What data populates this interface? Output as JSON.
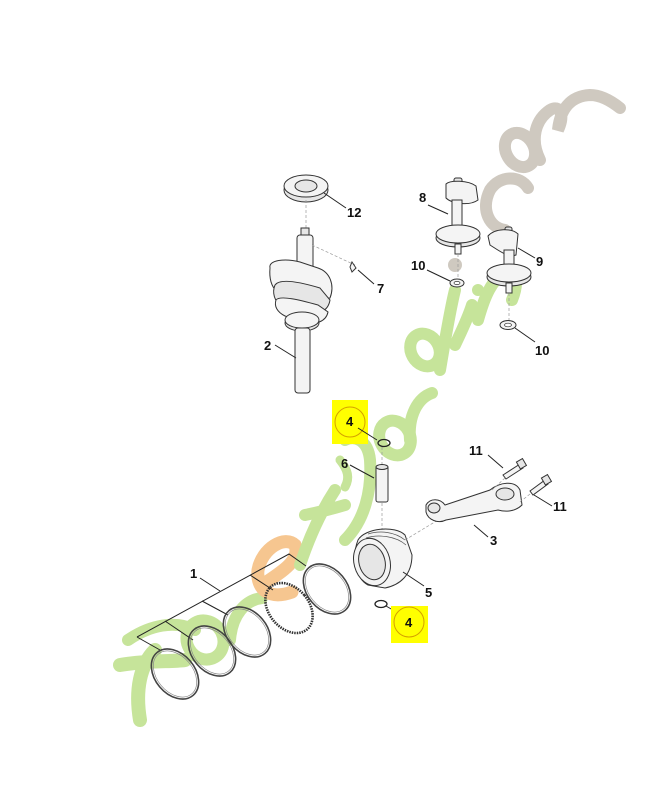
{
  "diagram": {
    "type": "exploded-parts-view",
    "subject": "engine crankshaft, piston and connecting rod assembly",
    "watermark": {
      "text": "foretjardin.com",
      "colors": {
        "main": "#c6e49a",
        "accent_e": "#f6c690",
        "com": "#cfc9c0"
      }
    },
    "highlight_color": "#ffff00",
    "callouts": [
      {
        "id": "c1",
        "label": "1",
        "part": "piston ring set"
      },
      {
        "id": "c2",
        "label": "2",
        "part": "crankshaft"
      },
      {
        "id": "c3",
        "label": "3",
        "part": "connecting rod"
      },
      {
        "id": "c4a",
        "label": "4",
        "part": "circlip (upper)",
        "highlighted": true
      },
      {
        "id": "c4b",
        "label": "4",
        "part": "circlip (lower)",
        "highlighted": true
      },
      {
        "id": "c5",
        "label": "5",
        "part": "piston"
      },
      {
        "id": "c6",
        "label": "6",
        "part": "piston pin"
      },
      {
        "id": "c7",
        "label": "7",
        "part": "woodruff key"
      },
      {
        "id": "c8",
        "label": "8",
        "part": "balancer gear"
      },
      {
        "id": "c9",
        "label": "9",
        "part": "balancer gear"
      },
      {
        "id": "c10a",
        "label": "10",
        "part": "washer"
      },
      {
        "id": "c10b",
        "label": "10",
        "part": "washer"
      },
      {
        "id": "c11a",
        "label": "11",
        "part": "bolt"
      },
      {
        "id": "c11b",
        "label": "11",
        "part": "bolt"
      },
      {
        "id": "c12",
        "label": "12",
        "part": "oil seal"
      }
    ]
  }
}
